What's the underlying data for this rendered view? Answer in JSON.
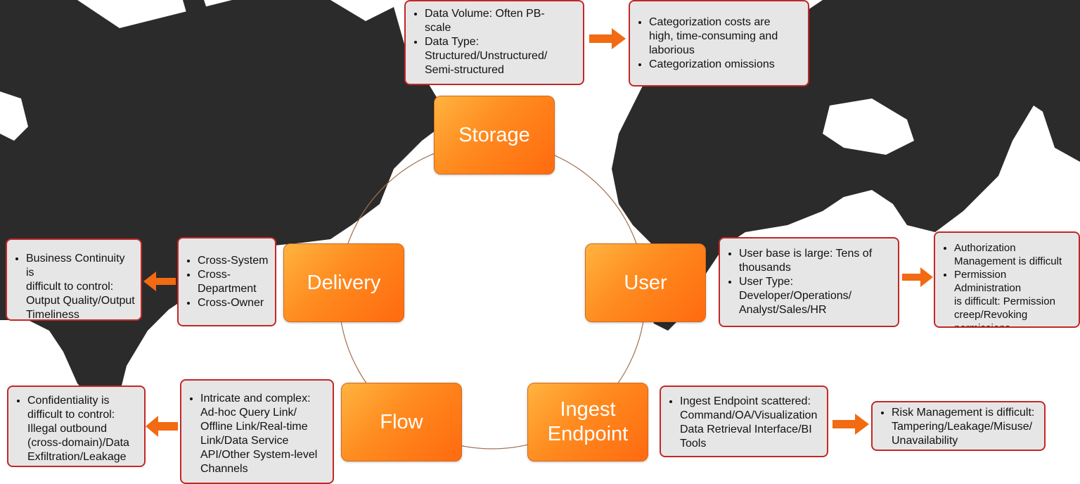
{
  "colors": {
    "node_fill_start": "#ffb340",
    "node_fill_end": "#ff6a10",
    "box_fill": "#e6e6e6",
    "box_border": "#c22828",
    "arrow": "#f26a12",
    "map_land": "#2b2b2b",
    "ring": "#a07050"
  },
  "nodes": {
    "storage": "Storage",
    "user": "User",
    "ingest": "Ingest\nEndpoint",
    "flow": "Flow",
    "delivery": "Delivery"
  },
  "boxes": {
    "storage_facts": [
      "Data Volume: Often PB-\nscale",
      "Data Type:\nStructured/Unstructured/\nSemi-structured"
    ],
    "storage_issues": [
      "Categorization costs are\nhigh, time-consuming and\nlaborious",
      "Categorization omissions"
    ],
    "user_facts": [
      "User base is large: Tens of\nthousands",
      "User Type:\nDeveloper/Operations/\nAnalyst/Sales/HR"
    ],
    "user_issues": [
      "Authorization\nManagement is difficult",
      "Permission Administration\nis difficult: Permission\ncreep/Revoking permissions\nupon resignation"
    ],
    "ingest_facts": [
      "Ingest Endpoint scattered:\nCommand/OA/Visualization\nData Retrieval Interface/BI\nTools"
    ],
    "ingest_issues": [
      "Risk Management is difficult:\nTampering/Leakage/Misuse/\nUnavailability"
    ],
    "flow_facts": [
      "Intricate and complex:\nAd-hoc Query Link/\nOffline Link/Real-time\nLink/Data Service\nAPI/Other System-level\nChannels"
    ],
    "flow_issues": [
      "Confidentiality is\ndifficult to control:\nIllegal outbound\n(cross-domain)/Data\nExfiltration/Leakage"
    ],
    "delivery_facts": [
      "Cross-System",
      "Cross-\nDepartment",
      "Cross-Owner"
    ],
    "delivery_issues": [
      "Business Continuity is\ndifficult to control:\nOutput Quality/Output\nTimeliness"
    ]
  }
}
